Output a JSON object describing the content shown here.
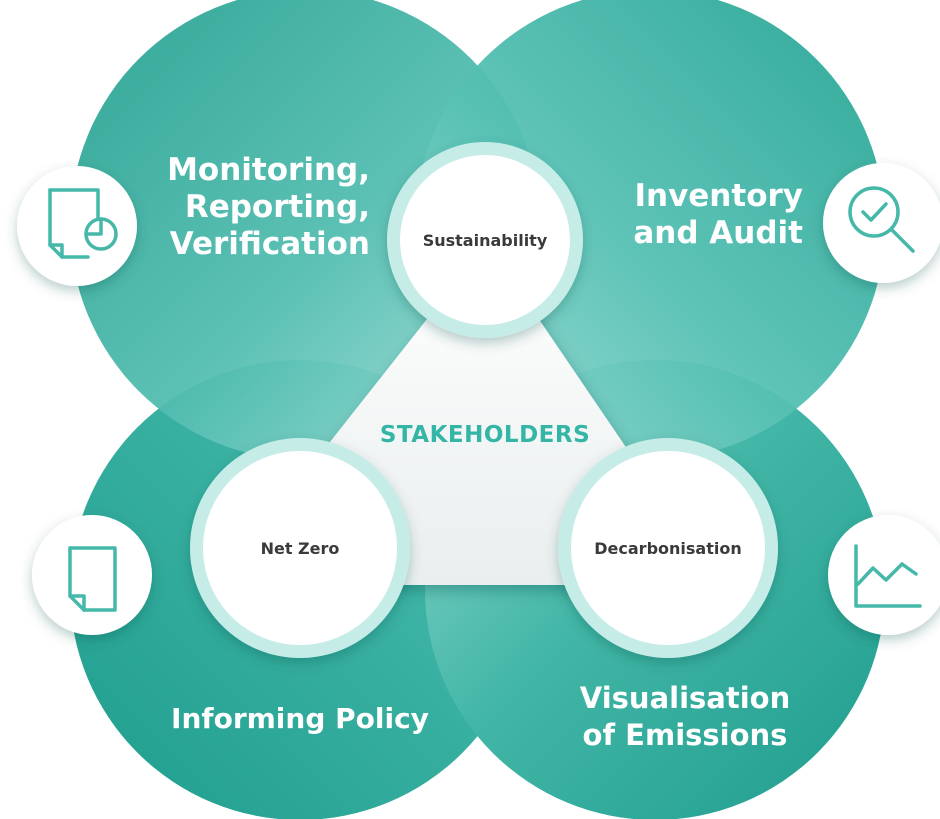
{
  "center": {
    "title": "STAKEHOLDERS"
  },
  "nodes": [
    {
      "label": "Sustainability"
    },
    {
      "label": "Net Zero"
    },
    {
      "label": "Decarbonisation"
    }
  ],
  "petals": {
    "top_left": {
      "lines": [
        "Monitoring,",
        "Reporting,",
        "Verification"
      ],
      "icon": "document-chart-icon"
    },
    "top_right": {
      "lines": [
        "Inventory",
        "and Audit"
      ],
      "icon": "magnifier-check-icon"
    },
    "bottom_left": {
      "lines": [
        "Informing Policy"
      ],
      "icon": "document-icon"
    },
    "bottom_right": {
      "lines": [
        "Visualisation",
        "of Emissions"
      ],
      "icon": "line-chart-icon"
    }
  },
  "colors": {
    "petal_dark": "#2fa898",
    "petal_light": "#8ed9d0",
    "accent": "#35b5a6",
    "ring": "#c5ece7",
    "icon_stroke": "#45b8a9"
  }
}
